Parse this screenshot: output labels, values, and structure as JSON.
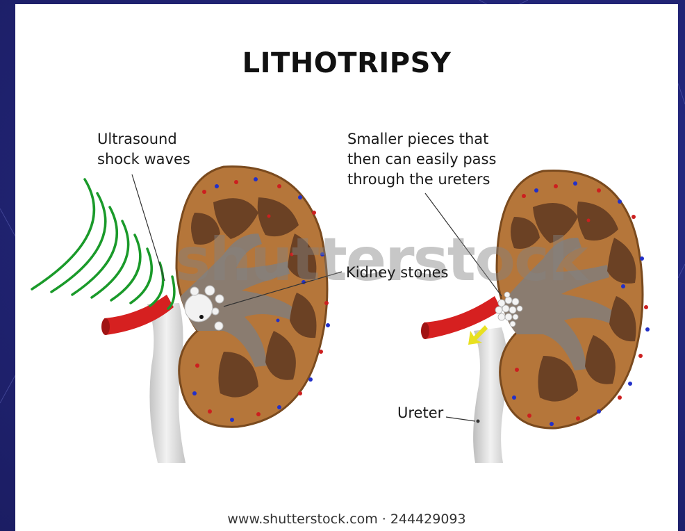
{
  "title": "LITHOTRIPSY",
  "labels": {
    "shock_waves": "Ultrasound\nshock waves",
    "kidney_stones": "Kidney stones",
    "smaller_pieces": "Smaller pieces that\nthen can easily pass\nthrough the ureters",
    "ureter": "Ureter"
  },
  "watermark": "shutterstock",
  "footer": "www.shutterstock.com · 244429093",
  "colors": {
    "background": "#22257a",
    "card": "#ffffff",
    "kidney_cortex": "#b5763a",
    "kidney_medulla": "#6b4124",
    "pelvis": "#8a7c70",
    "artery": "#d62020",
    "ureter": "#dcdcdc",
    "shock_wave": "#1a9a2a",
    "arrow": "#e8e020"
  }
}
